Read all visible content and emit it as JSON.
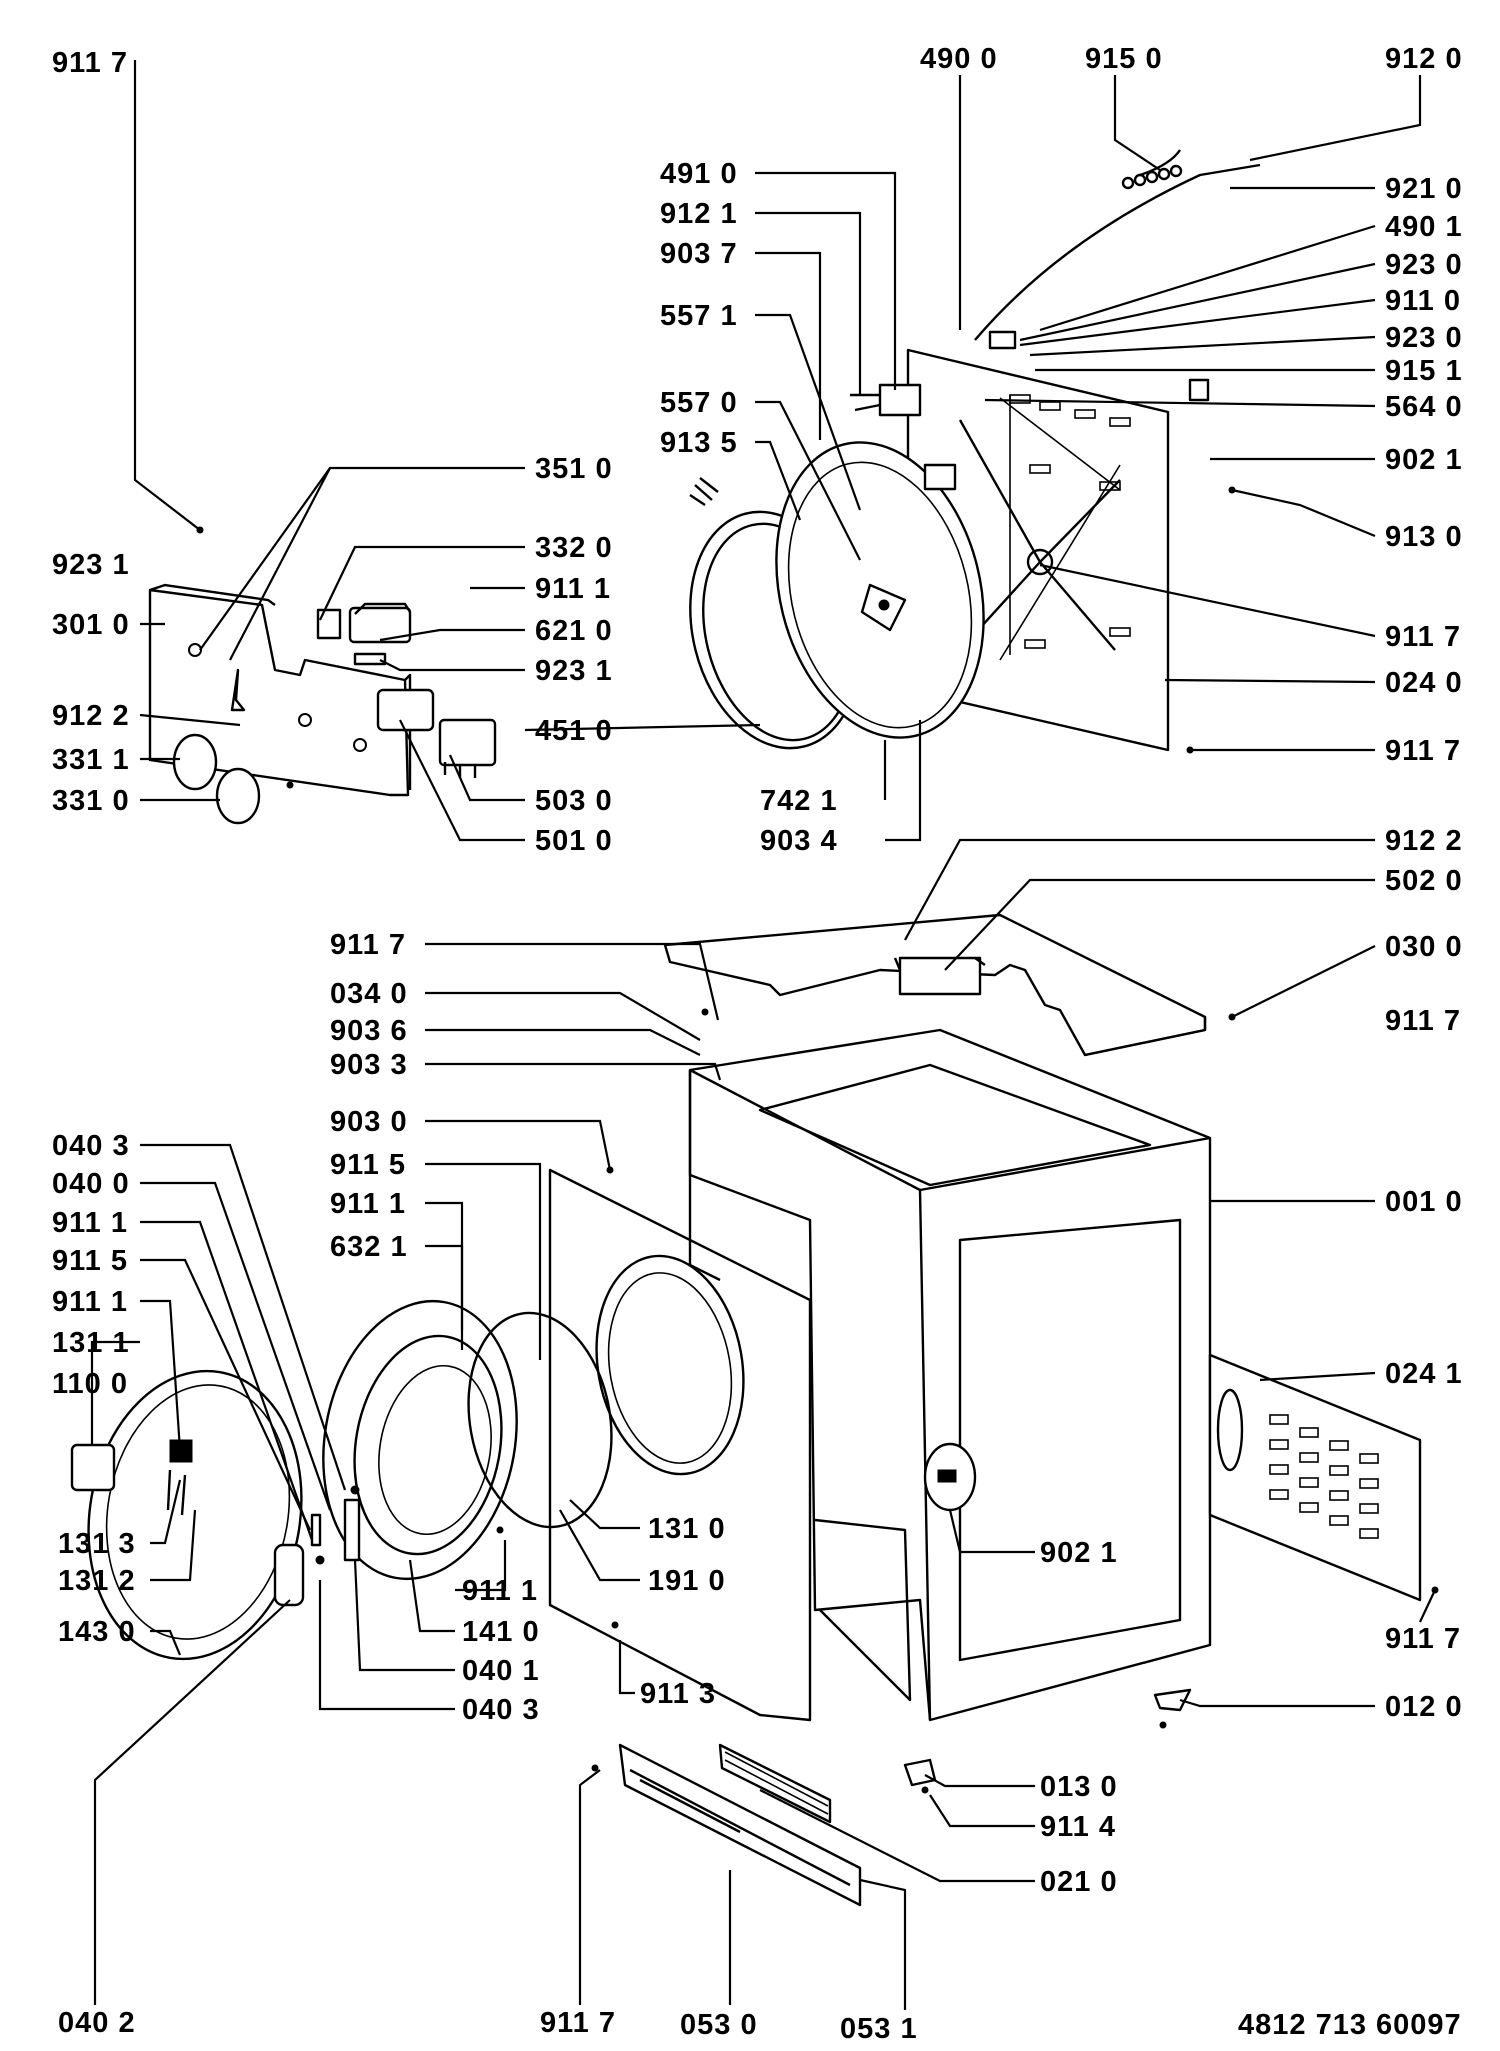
{
  "doc_number": "4812 713 60097",
  "labels": [
    {
      "id": "l01",
      "text": "911 7"
    },
    {
      "id": "l02",
      "text": "490 0"
    },
    {
      "id": "l03",
      "text": "915 0"
    },
    {
      "id": "l04",
      "text": "912 0"
    },
    {
      "id": "l05",
      "text": "491 0"
    },
    {
      "id": "l06",
      "text": "912 1"
    },
    {
      "id": "l07",
      "text": "903 7"
    },
    {
      "id": "l08",
      "text": "557 1"
    },
    {
      "id": "l09",
      "text": "557 0"
    },
    {
      "id": "l10",
      "text": "913 5"
    },
    {
      "id": "l11",
      "text": "921 0"
    },
    {
      "id": "l12",
      "text": "490 1"
    },
    {
      "id": "l13",
      "text": "923 0"
    },
    {
      "id": "l14",
      "text": "911 0"
    },
    {
      "id": "l15",
      "text": "923 0"
    },
    {
      "id": "l16",
      "text": "915 1"
    },
    {
      "id": "l17",
      "text": "564 0"
    },
    {
      "id": "l18",
      "text": "902 1"
    },
    {
      "id": "l19",
      "text": "913 0"
    },
    {
      "id": "l20",
      "text": "911 7"
    },
    {
      "id": "l21",
      "text": "024 0"
    },
    {
      "id": "l22",
      "text": "911 7"
    },
    {
      "id": "l23",
      "text": "351 0"
    },
    {
      "id": "l24",
      "text": "923 1"
    },
    {
      "id": "l25",
      "text": "332 0"
    },
    {
      "id": "l26",
      "text": "911 1"
    },
    {
      "id": "l27",
      "text": "301 0"
    },
    {
      "id": "l28",
      "text": "621 0"
    },
    {
      "id": "l29",
      "text": "923 1"
    },
    {
      "id": "l30",
      "text": "912 2"
    },
    {
      "id": "l31",
      "text": "451 0"
    },
    {
      "id": "l32",
      "text": "331 1"
    },
    {
      "id": "l33",
      "text": "331 0"
    },
    {
      "id": "l34",
      "text": "503 0"
    },
    {
      "id": "l35",
      "text": "742 1"
    },
    {
      "id": "l36",
      "text": "501 0"
    },
    {
      "id": "l37",
      "text": "903 4"
    },
    {
      "id": "l38",
      "text": "912 2"
    },
    {
      "id": "l39",
      "text": "502 0"
    },
    {
      "id": "l40",
      "text": "911 7"
    },
    {
      "id": "l41",
      "text": "030 0"
    },
    {
      "id": "l42",
      "text": "034 0"
    },
    {
      "id": "l43",
      "text": "911 7"
    },
    {
      "id": "l44",
      "text": "903 6"
    },
    {
      "id": "l45",
      "text": "903 3"
    },
    {
      "id": "l46",
      "text": "903 0"
    },
    {
      "id": "l47",
      "text": "040 3"
    },
    {
      "id": "l48",
      "text": "911 5"
    },
    {
      "id": "l49",
      "text": "001 0"
    },
    {
      "id": "l50",
      "text": "040 0"
    },
    {
      "id": "l51",
      "text": "911 1"
    },
    {
      "id": "l52",
      "text": "911 1"
    },
    {
      "id": "l53",
      "text": "911 5"
    },
    {
      "id": "l54",
      "text": "632 1"
    },
    {
      "id": "l55",
      "text": "911 1"
    },
    {
      "id": "l56",
      "text": "131 1"
    },
    {
      "id": "l57",
      "text": "024 1"
    },
    {
      "id": "l58",
      "text": "110 0"
    },
    {
      "id": "l59",
      "text": "131 0"
    },
    {
      "id": "l60",
      "text": "902 1"
    },
    {
      "id": "l61",
      "text": "131 3"
    },
    {
      "id": "l62",
      "text": "191 0"
    },
    {
      "id": "l63",
      "text": "131 2"
    },
    {
      "id": "l64",
      "text": "911 1"
    },
    {
      "id": "l65",
      "text": "911 7"
    },
    {
      "id": "l66",
      "text": "143 0"
    },
    {
      "id": "l67",
      "text": "141 0"
    },
    {
      "id": "l68",
      "text": "040 1"
    },
    {
      "id": "l69",
      "text": "911 3"
    },
    {
      "id": "l70",
      "text": "012 0"
    },
    {
      "id": "l71",
      "text": "040 3"
    },
    {
      "id": "l72",
      "text": "013 0"
    },
    {
      "id": "l73",
      "text": "911 4"
    },
    {
      "id": "l74",
      "text": "021 0"
    },
    {
      "id": "l75",
      "text": "040 2"
    },
    {
      "id": "l76",
      "text": "911 7"
    },
    {
      "id": "l77",
      "text": "053 0"
    },
    {
      "id": "l78",
      "text": "053 1"
    }
  ]
}
